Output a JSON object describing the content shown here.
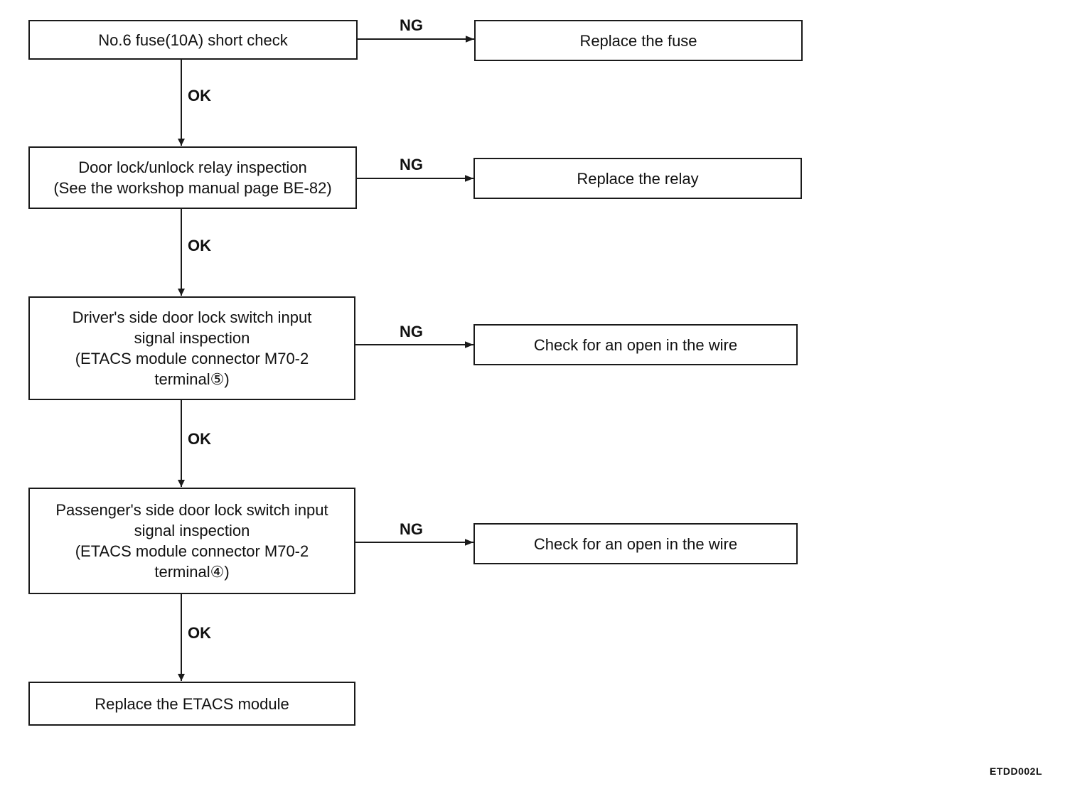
{
  "steps": [
    {
      "lines": [
        "No.6 fuse(10A) short check"
      ]
    },
    {
      "lines": [
        "Door lock/unlock relay inspection",
        "(See the workshop manual page BE-82)"
      ]
    },
    {
      "lines": [
        "Driver's side door lock switch input",
        "signal inspection",
        "(ETACS module connector M70-2",
        "terminal⑤)"
      ]
    },
    {
      "lines": [
        "Passenger's side door lock switch input",
        "signal inspection",
        "(ETACS module connector M70-2",
        "terminal④)"
      ]
    },
    {
      "lines": [
        "Replace the ETACS module"
      ]
    }
  ],
  "results": [
    {
      "lines": [
        "Replace the fuse"
      ]
    },
    {
      "lines": [
        "Replace the relay"
      ]
    },
    {
      "lines": [
        "Check for an open in the wire"
      ]
    },
    {
      "lines": [
        "Check for an open in the wire"
      ]
    }
  ],
  "labels": {
    "ok": "OK",
    "ng": "NG"
  },
  "figure_code": "ETDD002L"
}
